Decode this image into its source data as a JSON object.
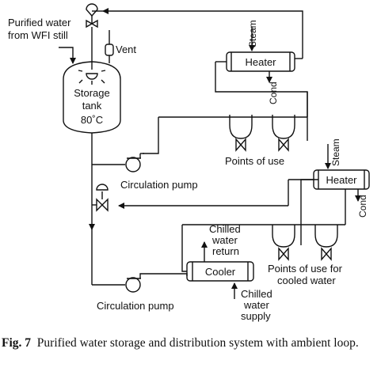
{
  "labels": {
    "source_line1": "Purified water",
    "source_line2": "from WFI still",
    "vent": "Vent",
    "tank_line1": "Storage",
    "tank_line2": "tank",
    "tank_line3": "80˚C",
    "heater1": "Heater",
    "steam1": "Steam",
    "cond1": "Cond",
    "points_of_use": "Points of use",
    "pump1": "Circulation pump",
    "heater2": "Heater",
    "steam2": "Steam",
    "cond2": "Cond",
    "chilled_return_1": "Chilled",
    "chilled_return_2": "water",
    "chilled_return_3": "return",
    "cooler": "Cooler",
    "pou_cooled_1": "Points of use for",
    "pou_cooled_2": "cooled water",
    "chilled_supply_1": "Chilled",
    "chilled_supply_2": "water",
    "chilled_supply_3": "supply",
    "pump2": "Circulation pump"
  },
  "caption": {
    "number": "Fig. 7",
    "text": "Purified water storage and distribution system with ambient loop."
  }
}
